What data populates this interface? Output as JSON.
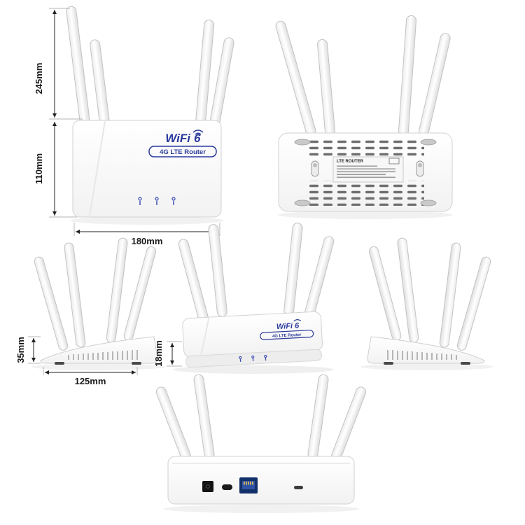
{
  "product": {
    "brand_wifi": "WiFi",
    "brand_six": "6",
    "subtitle": "4G LTE Router",
    "back_label_title": "LTE ROUTER"
  },
  "dimensions": {
    "front_total_height": "245mm",
    "front_body_height": "110mm",
    "front_width": "180mm",
    "side_height": "35mm",
    "side_depth": "125mm",
    "perspective_height": "18mm"
  },
  "colors": {
    "brand_blue": "#2b3a9c",
    "led_blue": "#4050b5",
    "ethernet_blue": "#123069",
    "body_white": "#ffffff"
  }
}
